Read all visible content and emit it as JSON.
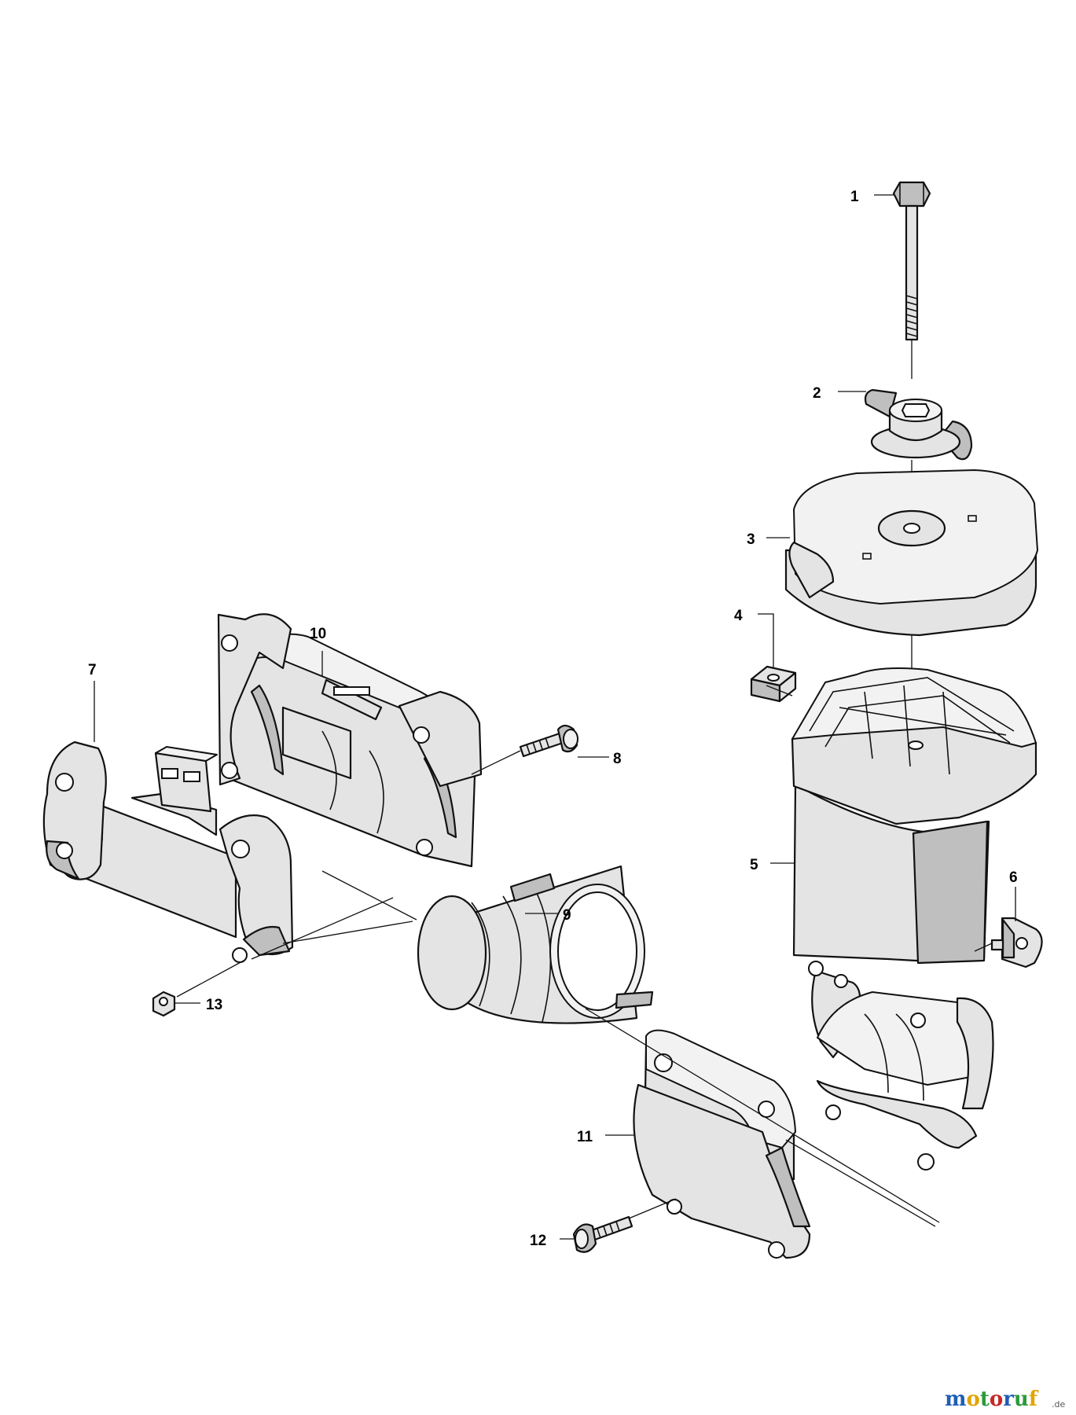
{
  "diagram": {
    "callouts": [
      {
        "id": "1",
        "label": "1"
      },
      {
        "id": "2",
        "label": "2"
      },
      {
        "id": "3",
        "label": "3"
      },
      {
        "id": "4",
        "label": "4"
      },
      {
        "id": "5",
        "label": "5"
      },
      {
        "id": "6",
        "label": "6"
      },
      {
        "id": "7",
        "label": "7"
      },
      {
        "id": "8",
        "label": "8"
      },
      {
        "id": "9",
        "label": "9"
      },
      {
        "id": "10",
        "label": "10"
      },
      {
        "id": "11",
        "label": "11"
      },
      {
        "id": "12",
        "label": "12"
      },
      {
        "id": "13",
        "label": "13"
      }
    ]
  },
  "watermark": {
    "letters": [
      "m",
      "o",
      "t",
      "o",
      "r",
      "u",
      "f"
    ],
    "letter_colors": [
      "#1f5fb4",
      "#e2a400",
      "#2a9a3a",
      "#c62828",
      "#1f5fb4",
      "#2a9a3a",
      "#e2a400"
    ],
    "suffix": ".de"
  }
}
